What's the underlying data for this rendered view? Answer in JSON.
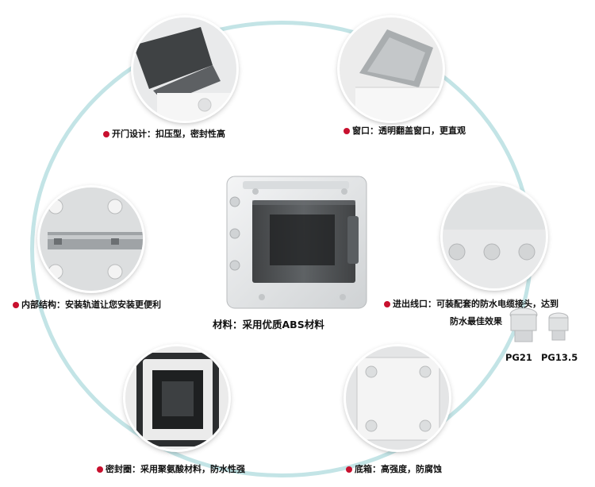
{
  "product": {
    "material_caption": "材料：采用优质ABS材料"
  },
  "features": [
    {
      "id": "door",
      "caption": "开门设计：扣压型，密封性高"
    },
    {
      "id": "window",
      "caption": "窗口：透明翻盖窗口，更直观"
    },
    {
      "id": "interior",
      "caption": "内部结构：安装轨道让您安装更便利"
    },
    {
      "id": "cable",
      "caption_line1": "进出线口：可装配套的防水电缆接头，达到",
      "caption_line2": "防水最佳效果"
    },
    {
      "id": "seal",
      "caption": "密封圈：采用聚氨酸材料，防水性强"
    },
    {
      "id": "bottom",
      "caption": "底箱：高强度，防腐蚀"
    }
  ],
  "glands": {
    "labels": [
      "PG21",
      "PG13.5"
    ]
  },
  "colors": {
    "ring": "#c3e4e6",
    "bullet": "#c8102e",
    "enclosure": "#e4e6e7",
    "window_tint": "#3a3d3f"
  }
}
